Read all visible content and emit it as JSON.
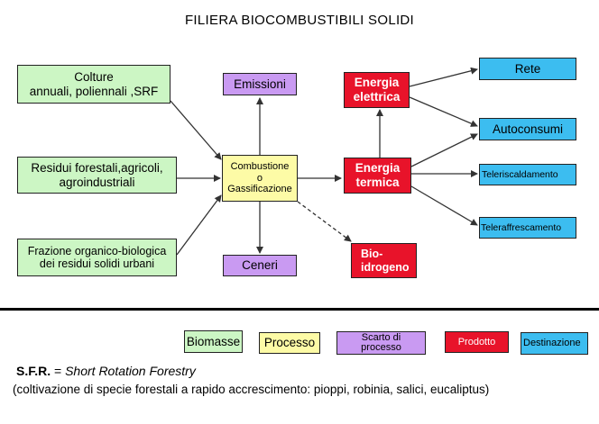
{
  "title": "FILIERA BIOCOMBUSTIBILI SOLIDI",
  "inputs": {
    "colture": [
      "Colture",
      "annuali, poliennali ,SRF"
    ],
    "residui": [
      "Residui forestali,agricoli,",
      "agroindustriali"
    ],
    "frazione": [
      "Frazione organico-biologica",
      "dei residui solidi urbani"
    ]
  },
  "process": {
    "main": [
      "Combustione",
      "o",
      "Gassificazione"
    ],
    "emissioni": "Emissioni",
    "ceneri": "Ceneri"
  },
  "products": {
    "elettrica": [
      "Energia",
      "elettrica"
    ],
    "termica": [
      "Energia",
      "termica"
    ],
    "bio": [
      "Bio-",
      "idrogeno"
    ]
  },
  "destinations": {
    "rete": "Rete",
    "autoconsumi": "Autoconsumi",
    "teleriscaldamento": "Teleriscaldamento",
    "teleraffrescamento": "Teleraffrescamento"
  },
  "legend": {
    "biomasse": "Biomasse",
    "processo": "Processo",
    "scarto": [
      "Scarto di",
      "processo"
    ],
    "prodotto": "Prodotto",
    "destinazione": "Destinazione"
  },
  "note": {
    "abbr": "S.F.R.",
    "eq": " = ",
    "expansion": "Short Rotation Forestry",
    "detail": "(coltivazione di specie forestali a rapido accrescimento: pioppi, robinia, salici, eucaliptus)"
  },
  "colors": {
    "biomasse": "#ccf6c4",
    "processo": "#fdfba6",
    "scarto": "#c99af2",
    "prodotto": "#e8132a",
    "destinazione": "#3cbdf0"
  }
}
